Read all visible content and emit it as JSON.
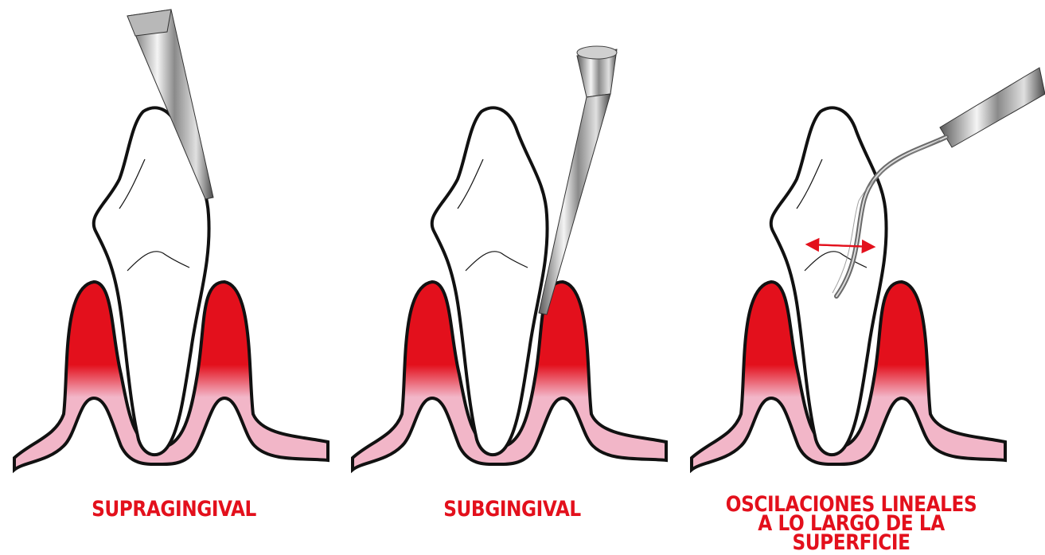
{
  "panels": [
    {
      "caption_lines": [
        "SUPRAGINGIVAL"
      ],
      "instrument": "straight-scaler-tip"
    },
    {
      "caption_lines": [
        "SUBGINGIVAL"
      ],
      "instrument": "subgingival-scaler-tip"
    },
    {
      "caption_lines": [
        "OSCILACIONES LINEALES",
        "A LO LARGO DE LA SUPERFICIE"
      ],
      "instrument": "curved-scaler-tip",
      "indicator": "double-arrow-icon"
    }
  ],
  "colors": {
    "gum": "#e3101c",
    "gum_tissue": "#f2b6c8",
    "outline": "#111111",
    "caption": "#e3101c",
    "arrow": "#e3101c"
  }
}
